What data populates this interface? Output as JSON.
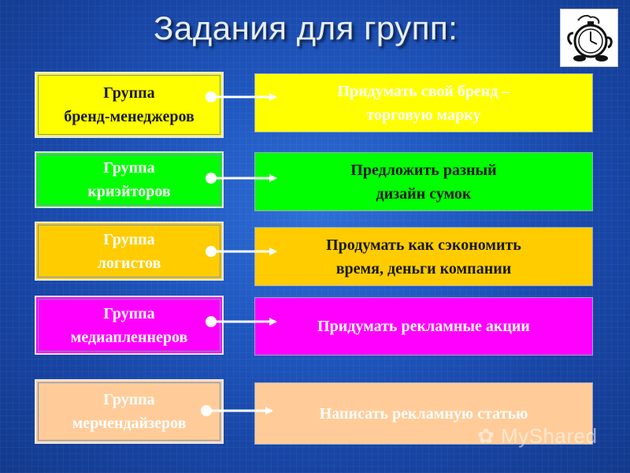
{
  "title": "Задания для групп:",
  "rows": [
    {
      "group": "Группа\nбренд-менеджеров",
      "task": "Придумать свой бренд –\nторговую марку",
      "group_color": "#ffff00",
      "task_color": "#ffff00"
    },
    {
      "group": "Группа\nкриэйторов",
      "task": "Предложить разный\nдизайн сумок",
      "group_color": "#00ff00",
      "task_color": "#00ff00"
    },
    {
      "group": "Группа\nлогистов",
      "task": "Продумать как сэкономить\nвремя, деньги компании",
      "group_color": "#ffcc00",
      "task_color": "#ffcc00"
    },
    {
      "group": "Группа\nмедиапленнеров",
      "task": "Придумать рекламные акции",
      "group_color": "#ff00ff",
      "task_color": "#ff00ff"
    },
    {
      "group": "Группа\nмерчендайзеров",
      "task": "Написать рекламную статью",
      "group_color": "#ffcc99",
      "task_color": "#ffcc99"
    }
  ],
  "watermark": "MyShared",
  "icons": {
    "logo": "stopwatch-logo-icon",
    "watermark": "myshared-logo-icon"
  }
}
